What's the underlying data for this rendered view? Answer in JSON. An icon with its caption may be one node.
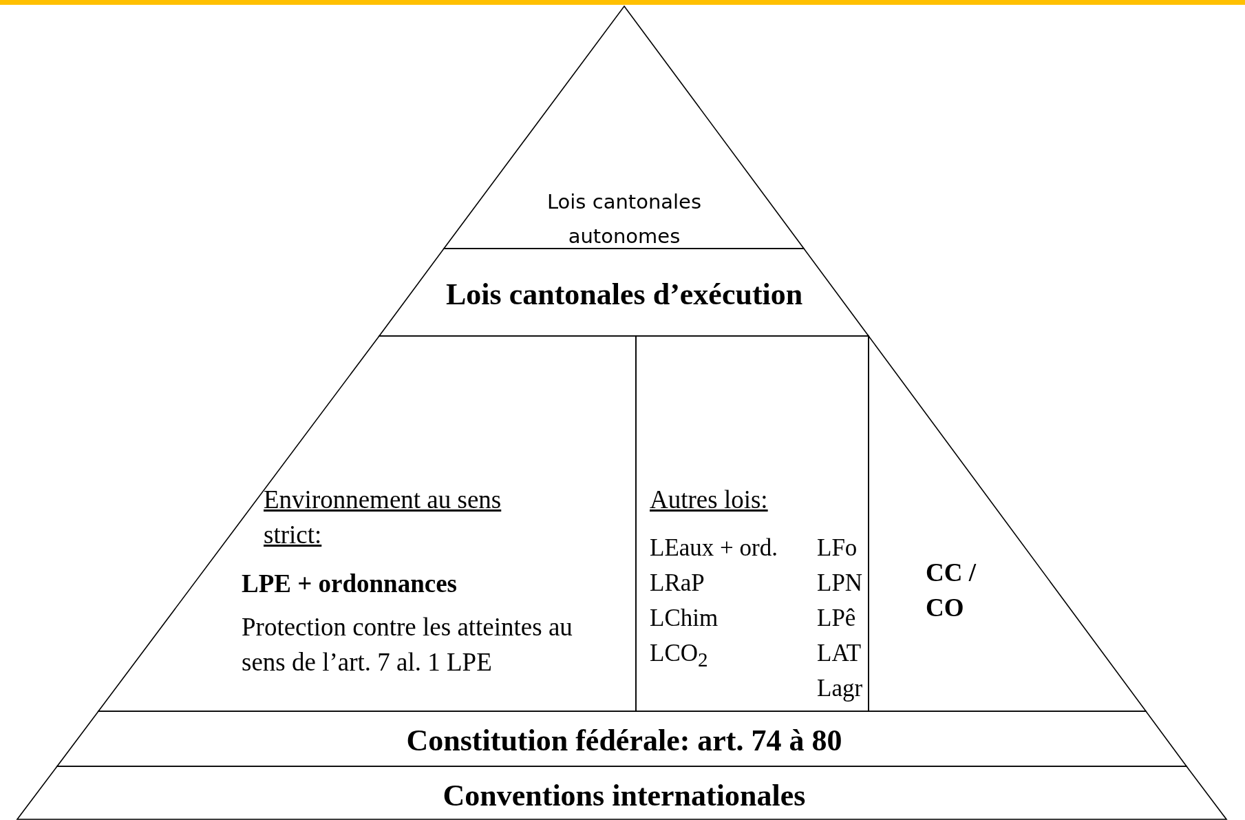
{
  "diagram": {
    "nodes": [
      {
        "text": [
          "Lois cantonales autonomes"
        ]
      },
      {
        "text": [
          "Lois cantonales d’exécution"
        ]
      },
      {
        "text": [
          "Environnement au sens strict:",
          "LPE + ordonnances",
          "Protection contre les atteintes au sens de l’art. 7 al. 1 LPE"
        ]
      },
      {
        "text": [
          "Autres lois:",
          "LEaux + ord.",
          "LFo",
          "LRaP",
          "LPN",
          "LChim",
          "LPê",
          "LCO$_{2}$",
          "LAT",
          "Lagr"
        ]
      },
      {
        "text": [
          "CC / CO"
        ]
      },
      {
        "text": [
          "Constitution fédérale: art. 74 à 80"
        ]
      },
      {
        "text": [
          "Conventions internationales"
        ]
      }
    ]
  }
}
